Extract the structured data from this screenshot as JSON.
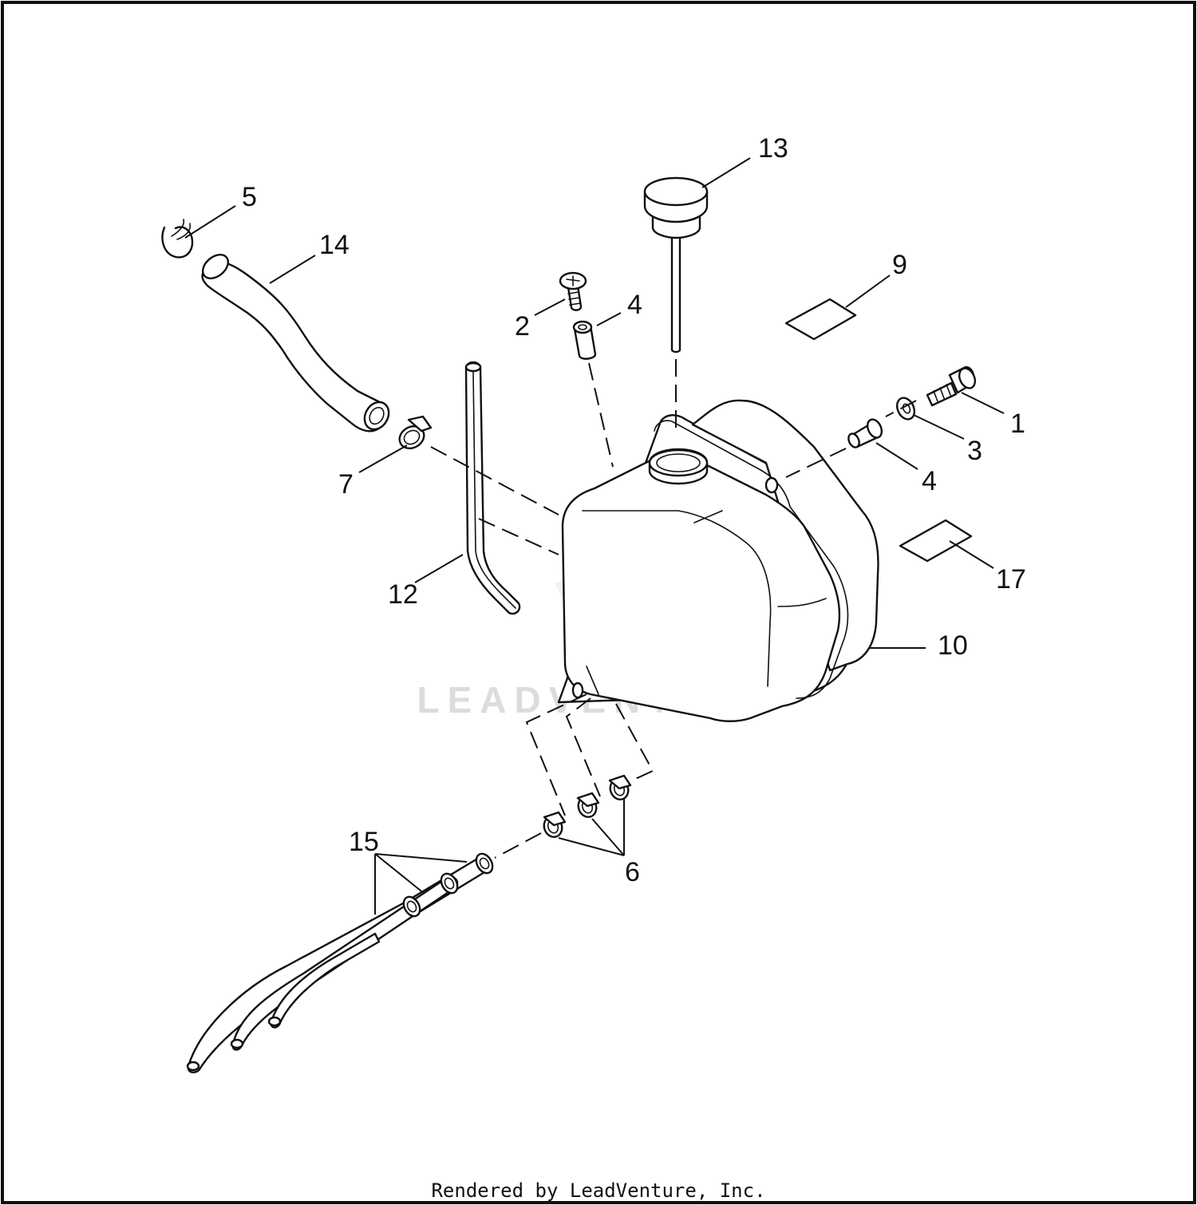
{
  "diagram": {
    "callouts": [
      {
        "id": "c1",
        "text": "1"
      },
      {
        "id": "c2",
        "text": "2"
      },
      {
        "id": "c3",
        "text": "3"
      },
      {
        "id": "c4a",
        "text": "4"
      },
      {
        "id": "c4b",
        "text": "4"
      },
      {
        "id": "c5",
        "text": "5"
      },
      {
        "id": "c6",
        "text": "6"
      },
      {
        "id": "c7",
        "text": "7"
      },
      {
        "id": "c9",
        "text": "9"
      },
      {
        "id": "c10",
        "text": "10"
      },
      {
        "id": "c12",
        "text": "12"
      },
      {
        "id": "c13",
        "text": "13"
      },
      {
        "id": "c14",
        "text": "14"
      },
      {
        "id": "c15",
        "text": "15"
      },
      {
        "id": "c17",
        "text": "17"
      }
    ],
    "watermark_text": "LEADVENTURE",
    "footer": "Rendered by LeadVenture, Inc."
  },
  "colors": {
    "line": "#111111",
    "background": "#ffffff",
    "watermark": "#dcdcdc"
  }
}
